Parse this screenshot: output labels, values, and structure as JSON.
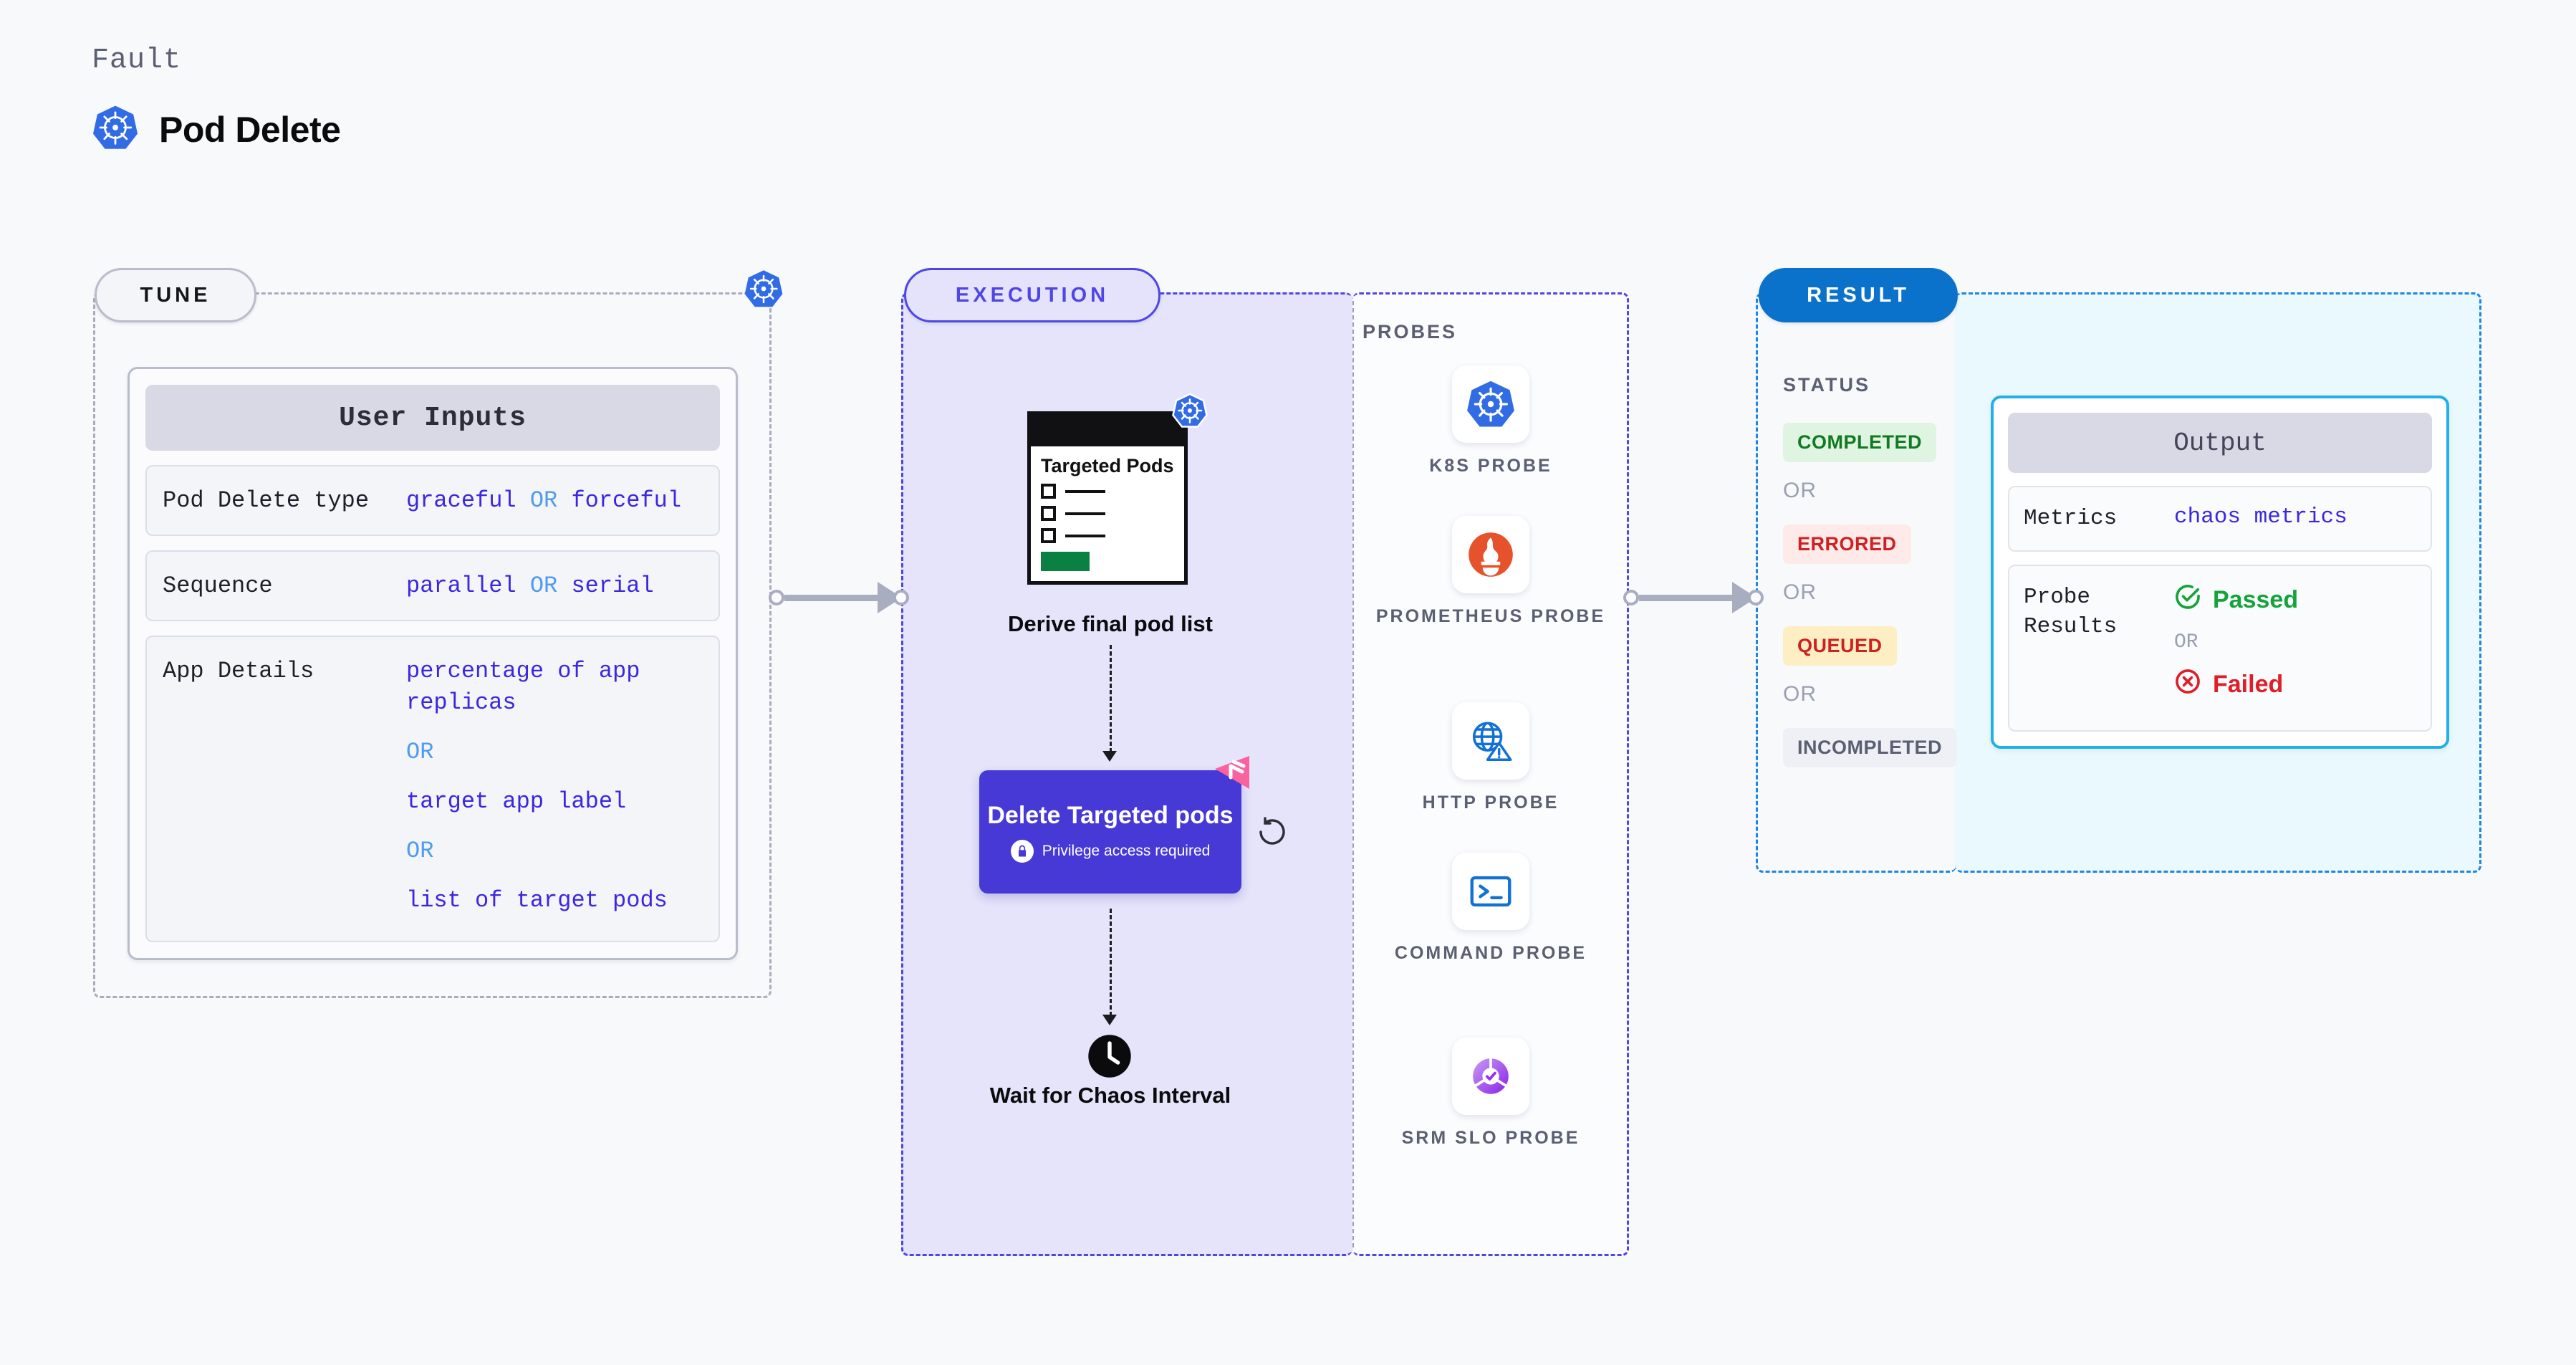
{
  "header": {
    "fault_label": "Fault",
    "title": "Pod Delete",
    "icon": "kubernetes-icon"
  },
  "sections": {
    "tune": {
      "pill_label": "TUNE",
      "border_icon": "kubernetes-icon"
    },
    "execution": {
      "pill_label": "EXECUTION"
    },
    "result": {
      "pill_label": "RESULT"
    }
  },
  "tune": {
    "card_title": "User Inputs",
    "rows": [
      {
        "key": "Pod Delete type",
        "values": [
          "graceful",
          "forceful"
        ],
        "separator": "OR",
        "layout": "inline"
      },
      {
        "key": "Sequence",
        "values": [
          "parallel",
          "serial"
        ],
        "separator": "OR",
        "layout": "inline"
      },
      {
        "key": "App Details",
        "values": [
          "percentage of app replicas",
          "target app label",
          "list of target pods"
        ],
        "separator": "OR",
        "layout": "stacked"
      }
    ]
  },
  "execution": {
    "nodes": [
      {
        "id": "derive",
        "label": "Derive final pod list",
        "card_title": "Targeted Pods",
        "badge_icon": "kubernetes-icon",
        "checkbox_count": 3
      },
      {
        "id": "delete",
        "title": "Delete Targeted pods",
        "sub_label": "Privilege access required",
        "sub_icon": "lock-icon",
        "corner_icon": "litmus-flag-icon",
        "side_icon": "retry-loop-icon",
        "color": "#4639d6"
      },
      {
        "id": "wait",
        "label": "Wait for Chaos Interval",
        "icon": "clock-icon"
      }
    ]
  },
  "probes": {
    "title": "PROBES",
    "items": [
      {
        "label": "K8S PROBE",
        "icon": "kubernetes-icon"
      },
      {
        "label": "PROMETHEUS PROBE",
        "icon": "prometheus-torch-icon"
      },
      {
        "label": "HTTP PROBE",
        "icon": "globe-warning-icon"
      },
      {
        "label": "COMMAND PROBE",
        "icon": "terminal-icon"
      },
      {
        "label": "SRM SLO PROBE",
        "icon": "slo-donut-check-icon"
      }
    ]
  },
  "result": {
    "status_title": "STATUS",
    "separator": "OR",
    "statuses": [
      {
        "label": "COMPLETED",
        "bg": "#dff5e1",
        "fg": "#127a22"
      },
      {
        "label": "ERRORED",
        "bg": "#fdeae9",
        "fg": "#cc2222"
      },
      {
        "label": "QUEUED",
        "bg": "#fdeec4",
        "fg": "#cc2222"
      },
      {
        "label": "INCOMPLETED",
        "bg": "#eef0f5",
        "fg": "#5a5f72"
      }
    ],
    "output": {
      "card_title": "Output",
      "metrics_key": "Metrics",
      "metrics_value": "chaos metrics",
      "probe_results_key": "Probe Results",
      "passed_label": "Passed",
      "failed_label": "Failed",
      "separator": "OR",
      "passed_icon": "check-circle-icon",
      "failed_icon": "x-circle-icon"
    }
  },
  "colors": {
    "background": "#f8f9fb",
    "execution_fill": "#e5e4fb",
    "execution_border": "#4f46e5",
    "result_fill": "#eaf9fe",
    "result_border": "#1e85e0",
    "accent_purple": "#4639d6",
    "connector": "#a8adc0"
  }
}
